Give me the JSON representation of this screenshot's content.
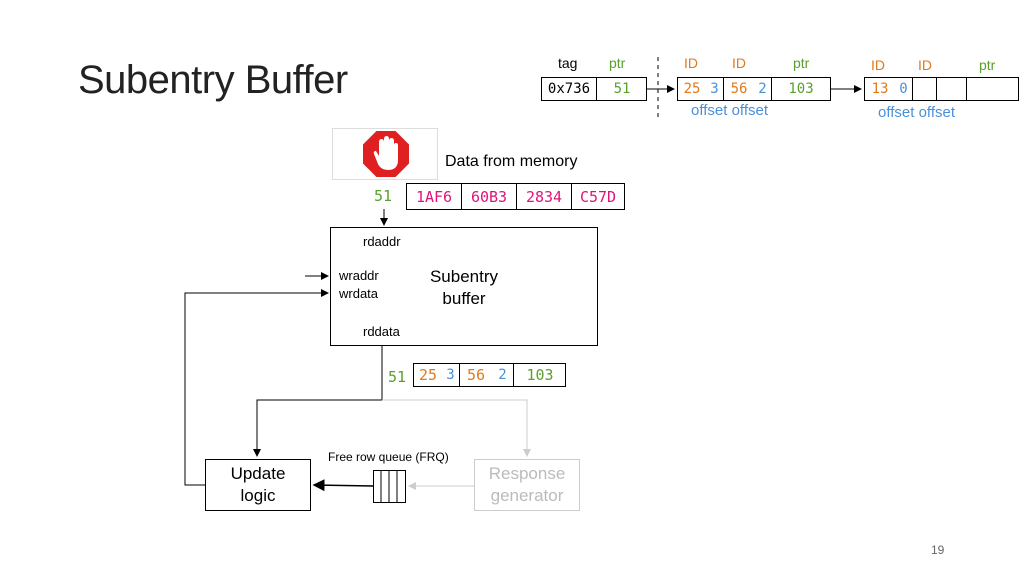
{
  "title": "Subentry Buffer",
  "page_number": "19",
  "tag_table": {
    "tag_header": "tag",
    "ptr_header": "ptr",
    "tag_value": "0x736",
    "ptr_value": "51"
  },
  "subentry1": {
    "id1_header": "ID",
    "id2_header": "ID",
    "ptr_header": "ptr",
    "id1": "25",
    "off1": "3",
    "id2": "56",
    "off2": "2",
    "ptr": "103",
    "offset_labels": "offset offset"
  },
  "subentry2": {
    "id1_header": "ID",
    "id2_header": "ID",
    "ptr_header": "ptr",
    "id1": "13",
    "off1": "0",
    "offset_labels": "offset offset"
  },
  "memory": {
    "label": "Data from memory",
    "addr": "51",
    "values": [
      "1AF6",
      "60B3",
      "2834",
      "C57D"
    ]
  },
  "buffer": {
    "rdaddr": "rdaddr",
    "wraddr": "wraddr",
    "wrdata": "wrdata",
    "rddata": "rddata",
    "title_line1": "Subentry",
    "title_line2": "buffer"
  },
  "rddata_row": {
    "addr": "51",
    "id1": "25",
    "off1": "3",
    "id2": "56",
    "off2": "2",
    "ptr": "103"
  },
  "frq_label": "Free row queue (FRQ)",
  "update_logic": {
    "line1": "Update",
    "line2": "logic"
  },
  "response_generator": {
    "line1": "Response",
    "line2": "generator"
  },
  "stop_icon": {
    "name": "stop-hand-icon",
    "color": "#e02020"
  },
  "colors": {
    "orange": "#e07a1f",
    "blue": "#4a90d9",
    "green": "#5aa02c",
    "pink": "#e0137a"
  }
}
